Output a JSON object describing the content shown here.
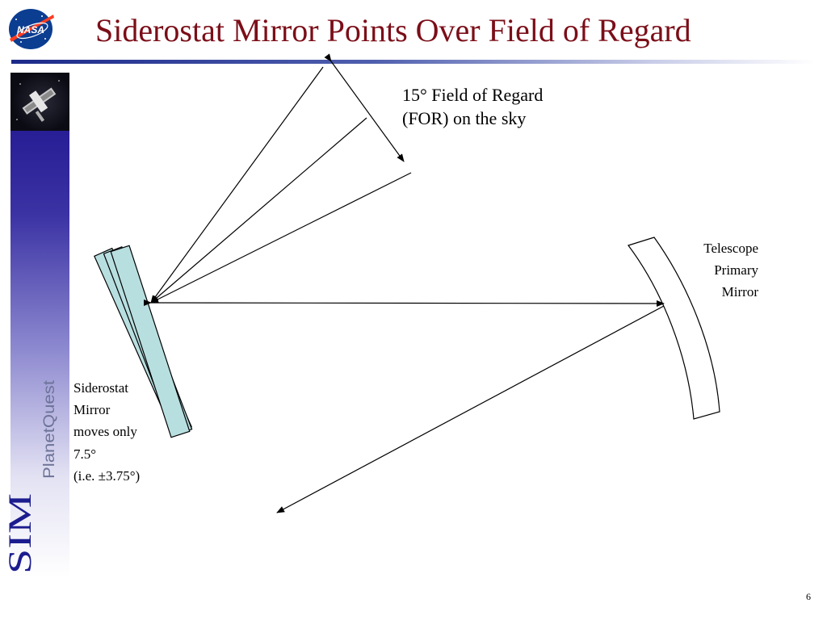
{
  "slide": {
    "title": "Siderostat Mirror Points Over Field of Regard",
    "page_number": "6"
  },
  "colors": {
    "title": "#7b0e18",
    "mirror_fill": "#b8dfe0",
    "nasa_blue": "#0b3d91",
    "nasa_red": "#fc3d21",
    "sidebar_logo": "#1c1c8f"
  },
  "logos": {
    "nasa": {
      "text": "NASA",
      "icon": "nasa-meatball-icon"
    },
    "sidebar": {
      "sim": "SIM",
      "planetquest": "PlanetQuest",
      "icon": "satellite-image"
    }
  },
  "diagram": {
    "for_label": {
      "line1": "15° Field of Regard",
      "line2": "(FOR) on the sky"
    },
    "telescope_label": {
      "line1": "Telescope",
      "line2": "Primary",
      "line3": "Mirror"
    },
    "siderostat_label": {
      "line1": "Siderostat",
      "line2": "Mirror",
      "line3": "moves only",
      "line4": "7.5°",
      "line5": "(i.e. ±3.75°)"
    }
  }
}
